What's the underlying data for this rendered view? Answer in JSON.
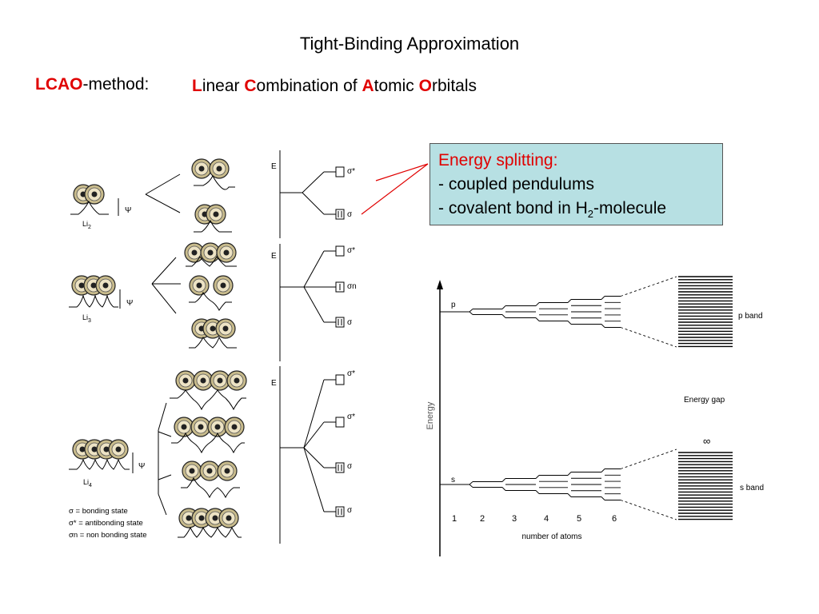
{
  "title": "Tight-Binding Approximation",
  "lcao": {
    "abbr": "LCAO",
    "method": "-method:"
  },
  "expansion": [
    {
      "initial": "L",
      "rest": "inear "
    },
    {
      "initial": "C",
      "rest": "ombination of "
    },
    {
      "initial": "A",
      "rest": "tomic "
    },
    {
      "initial": "O",
      "rest": "rbitals"
    }
  ],
  "callout": {
    "heading": "Energy splitting:",
    "item1": "- coupled pendulums",
    "item2_pre": "- covalent bond in H",
    "item2_sub": "2",
    "item2_post": "-molecule"
  },
  "molecules": {
    "li2": "Li",
    "li2_sub": "2",
    "li3": "Li",
    "li3_sub": "3",
    "li4": "Li",
    "li4_sub": "4",
    "psi": "Ψ"
  },
  "levels": {
    "e": "E",
    "sigma": "σ",
    "sigma_star": "σ*",
    "sigma_n": "σn"
  },
  "legend": {
    "bonding": "σ = bonding state",
    "antibonding": "σ* = antibonding state",
    "nonbonding": "σn = non bonding state"
  },
  "band_diagram": {
    "y_axis": "Energy",
    "x_axis": "number of atoms",
    "atom_counts": [
      "1",
      "2",
      "3",
      "4",
      "5",
      "6"
    ],
    "p_label": "p",
    "s_label": "s",
    "p_band": "p band",
    "s_band": "s band",
    "gap": "Energy gap",
    "infinity": "∞"
  },
  "colors": {
    "accent_red": "#e00000",
    "callout_bg": "#b7e0e3",
    "atom_fill": "#c8bb8c"
  }
}
